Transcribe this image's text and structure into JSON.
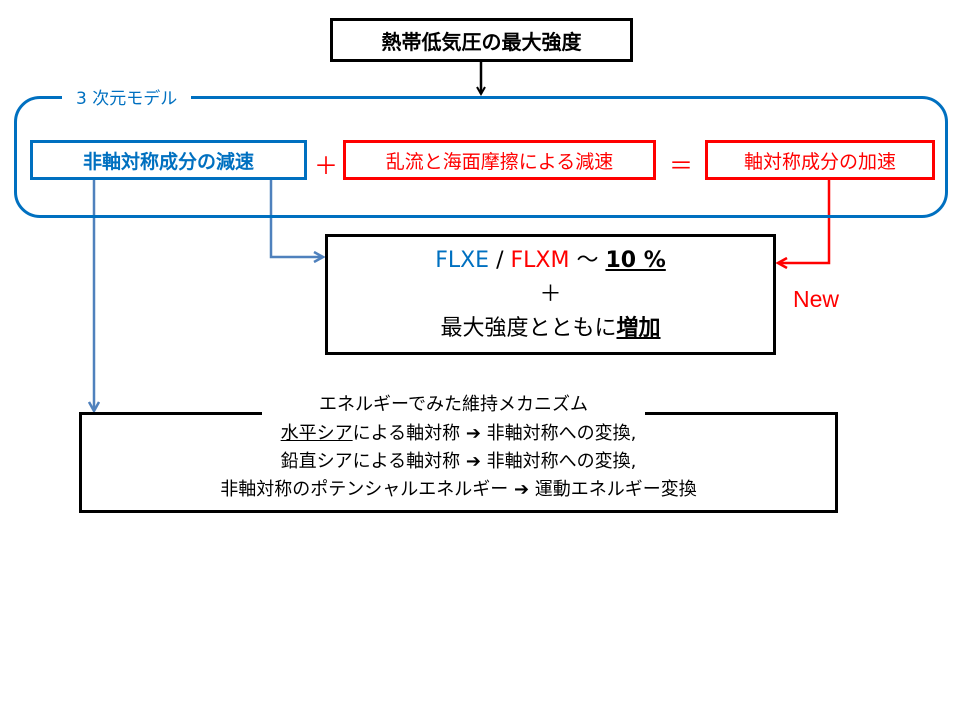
{
  "title_box": {
    "label": "熱帯低気圧の最大強度"
  },
  "model_frame": {
    "label": "3 次元モデル"
  },
  "equation": {
    "term1": "非軸対称成分の減速",
    "op1": "＋",
    "term2": "乱流と海面摩擦による減速",
    "op2": "＝",
    "term3": "軸対称成分の加速"
  },
  "result_box": {
    "ratio_num": "FLXE",
    "ratio_sep": " / ",
    "ratio_den": "FLXM",
    "approx": " 〜 ",
    "ratio_value": "10 %",
    "plus": "＋",
    "increase_prefix": "最大強度とともに",
    "increase_word": "増加"
  },
  "new_label": "New",
  "mechanism": {
    "title": "エネルギーでみた維持メカニズム",
    "lines": [
      {
        "underlined": "水平シア",
        "rest": "による軸対称 ➔ 非軸対称への変換,"
      },
      {
        "underlined": "",
        "rest": "鉛直シアによる軸対称 ➔ 非軸対称への変換,"
      },
      {
        "underlined": "",
        "rest": "非軸対称のポテンシャルエネルギー ➔ 運動エネルギー変換"
      }
    ]
  },
  "colors": {
    "blue": "#0070C0",
    "arrow_blue": "#4F81BD",
    "red": "#FF0000",
    "black": "#000000"
  }
}
